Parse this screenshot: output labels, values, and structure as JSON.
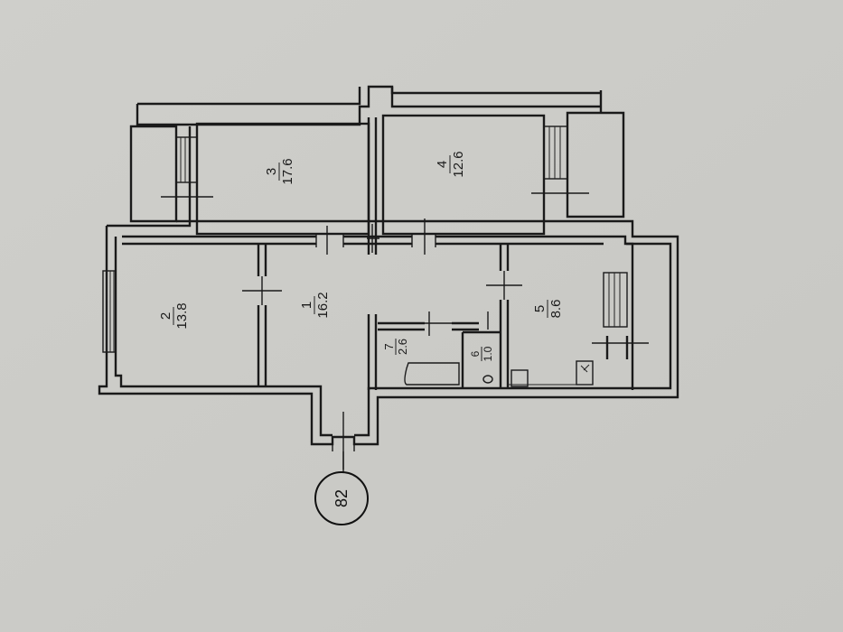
{
  "rooms": [
    {
      "id": "1",
      "number": "1",
      "area": "16.2"
    },
    {
      "id": "2",
      "number": "2",
      "area": "13.8"
    },
    {
      "id": "3",
      "number": "3",
      "area": "17.6"
    },
    {
      "id": "4",
      "number": "4",
      "area": "12.6"
    },
    {
      "id": "5",
      "number": "5",
      "area": "8.6"
    },
    {
      "id": "6",
      "number": "6",
      "area": "1.0"
    },
    {
      "id": "7",
      "number": "7",
      "area": "2.6"
    }
  ],
  "apartment": {
    "number": "82"
  },
  "colors": {
    "paper": "#cfcfcb",
    "ink": "#1a1a1a"
  }
}
